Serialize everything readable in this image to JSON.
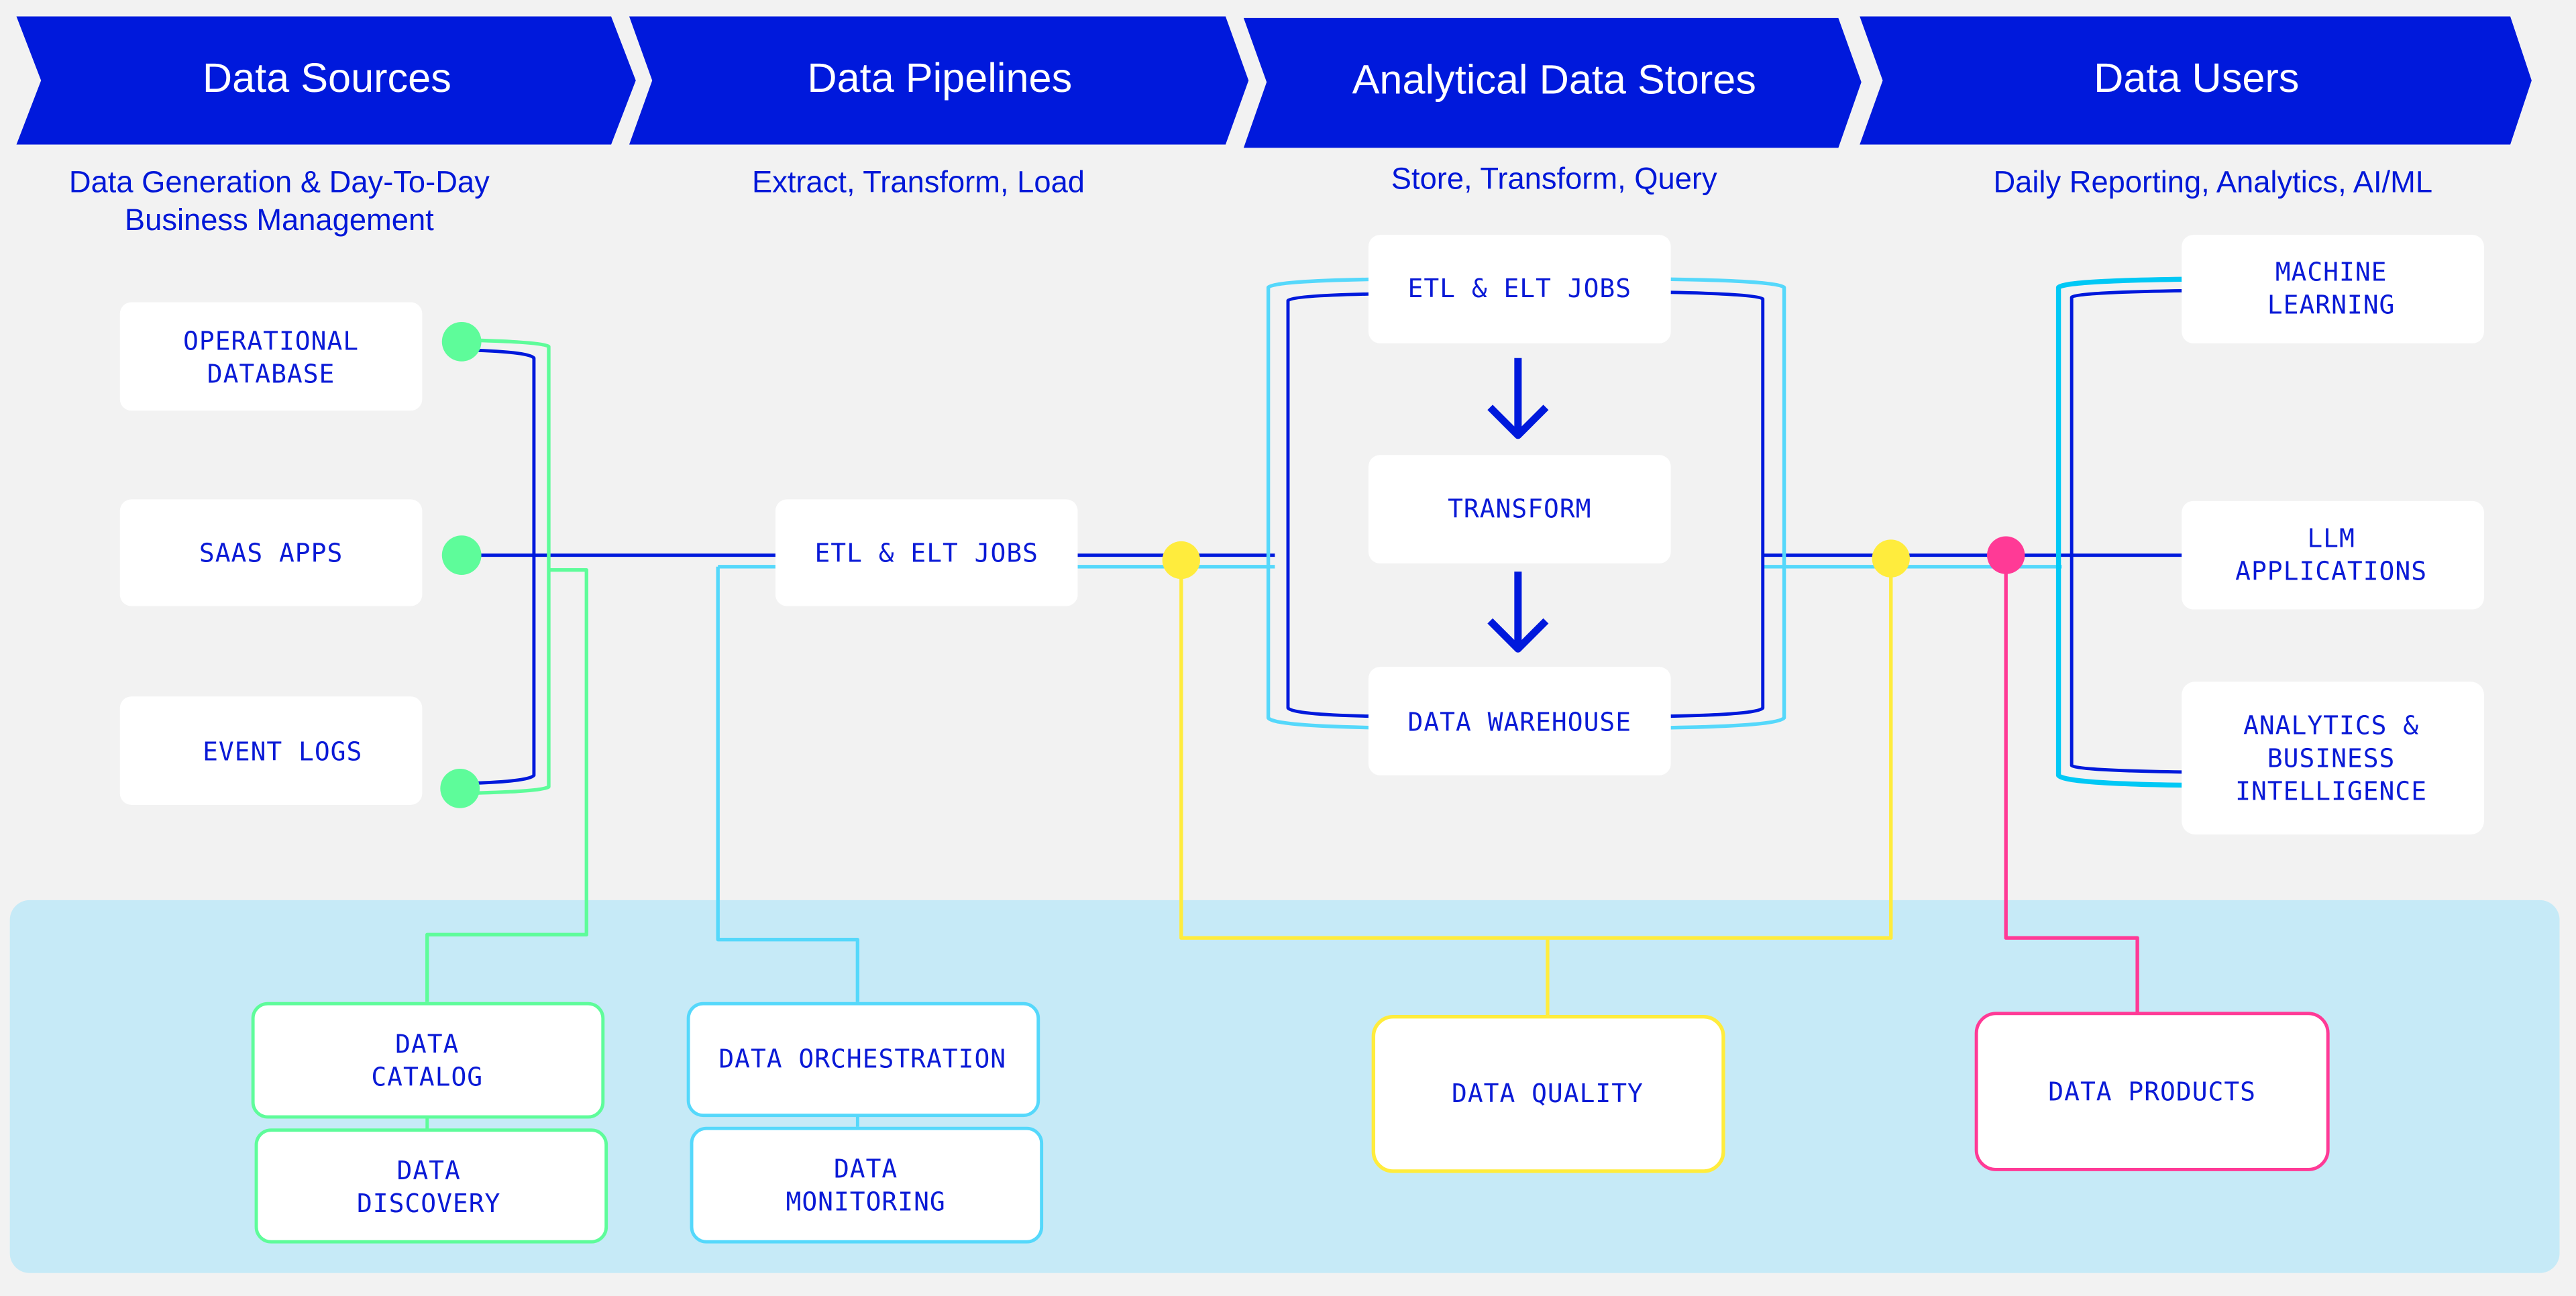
{
  "colors": {
    "background": "#f2f2f2",
    "primary_blue": "#0019dc",
    "header_text": "#ffffff",
    "governance_panel": "#c6eaf7",
    "green": "#5efc9a",
    "cyan": "#55d8fb",
    "yellow": "#ffec3d",
    "pink": "#ff3a96",
    "box_fill": "#ffffff"
  },
  "stages": [
    {
      "title": "Data Sources",
      "subtitle_lines": [
        "Data Generation & Day-To-Day",
        "Business Management"
      ]
    },
    {
      "title": "Data Pipelines",
      "subtitle_lines": [
        "Extract, Transform, Load"
      ]
    },
    {
      "title": "Analytical Data Stores",
      "subtitle_lines": [
        "Store, Transform, Query"
      ]
    },
    {
      "title": "Data Users",
      "subtitle_lines": [
        "Daily Reporting, Analytics, AI/ML"
      ]
    }
  ],
  "sources": [
    {
      "label_lines": [
        "OPERATIONAL",
        "DATABASE"
      ]
    },
    {
      "label_lines": [
        "SAAS APPS"
      ]
    },
    {
      "label_lines": [
        "EVENT LOGS"
      ]
    }
  ],
  "pipelines": [
    {
      "label_lines": [
        "ETL & ELT JOBS"
      ]
    }
  ],
  "stores": [
    {
      "label_lines": [
        "ETL & ELT JOBS"
      ]
    },
    {
      "label_lines": [
        "TRANSFORM"
      ]
    },
    {
      "label_lines": [
        "DATA WAREHOUSE"
      ]
    }
  ],
  "users": [
    {
      "label_lines": [
        "MACHINE",
        "LEARNING"
      ]
    },
    {
      "label_lines": [
        "LLM",
        "APPLICATIONS"
      ]
    },
    {
      "label_lines": [
        "ANALYTICS &",
        "BUSINESS",
        "INTELLIGENCE"
      ]
    }
  ],
  "governance": [
    {
      "label_lines": [
        "DATA",
        "CATALOG"
      ],
      "color": "green"
    },
    {
      "label_lines": [
        "DATA",
        "DISCOVERY"
      ],
      "color": "green"
    },
    {
      "label_lines": [
        "DATA ORCHESTRATION"
      ],
      "color": "cyan"
    },
    {
      "label_lines": [
        "DATA",
        "MONITORING"
      ],
      "color": "cyan"
    },
    {
      "label_lines": [
        "DATA QUALITY"
      ],
      "color": "yellow"
    },
    {
      "label_lines": [
        "DATA PRODUCTS"
      ],
      "color": "pink"
    }
  ]
}
